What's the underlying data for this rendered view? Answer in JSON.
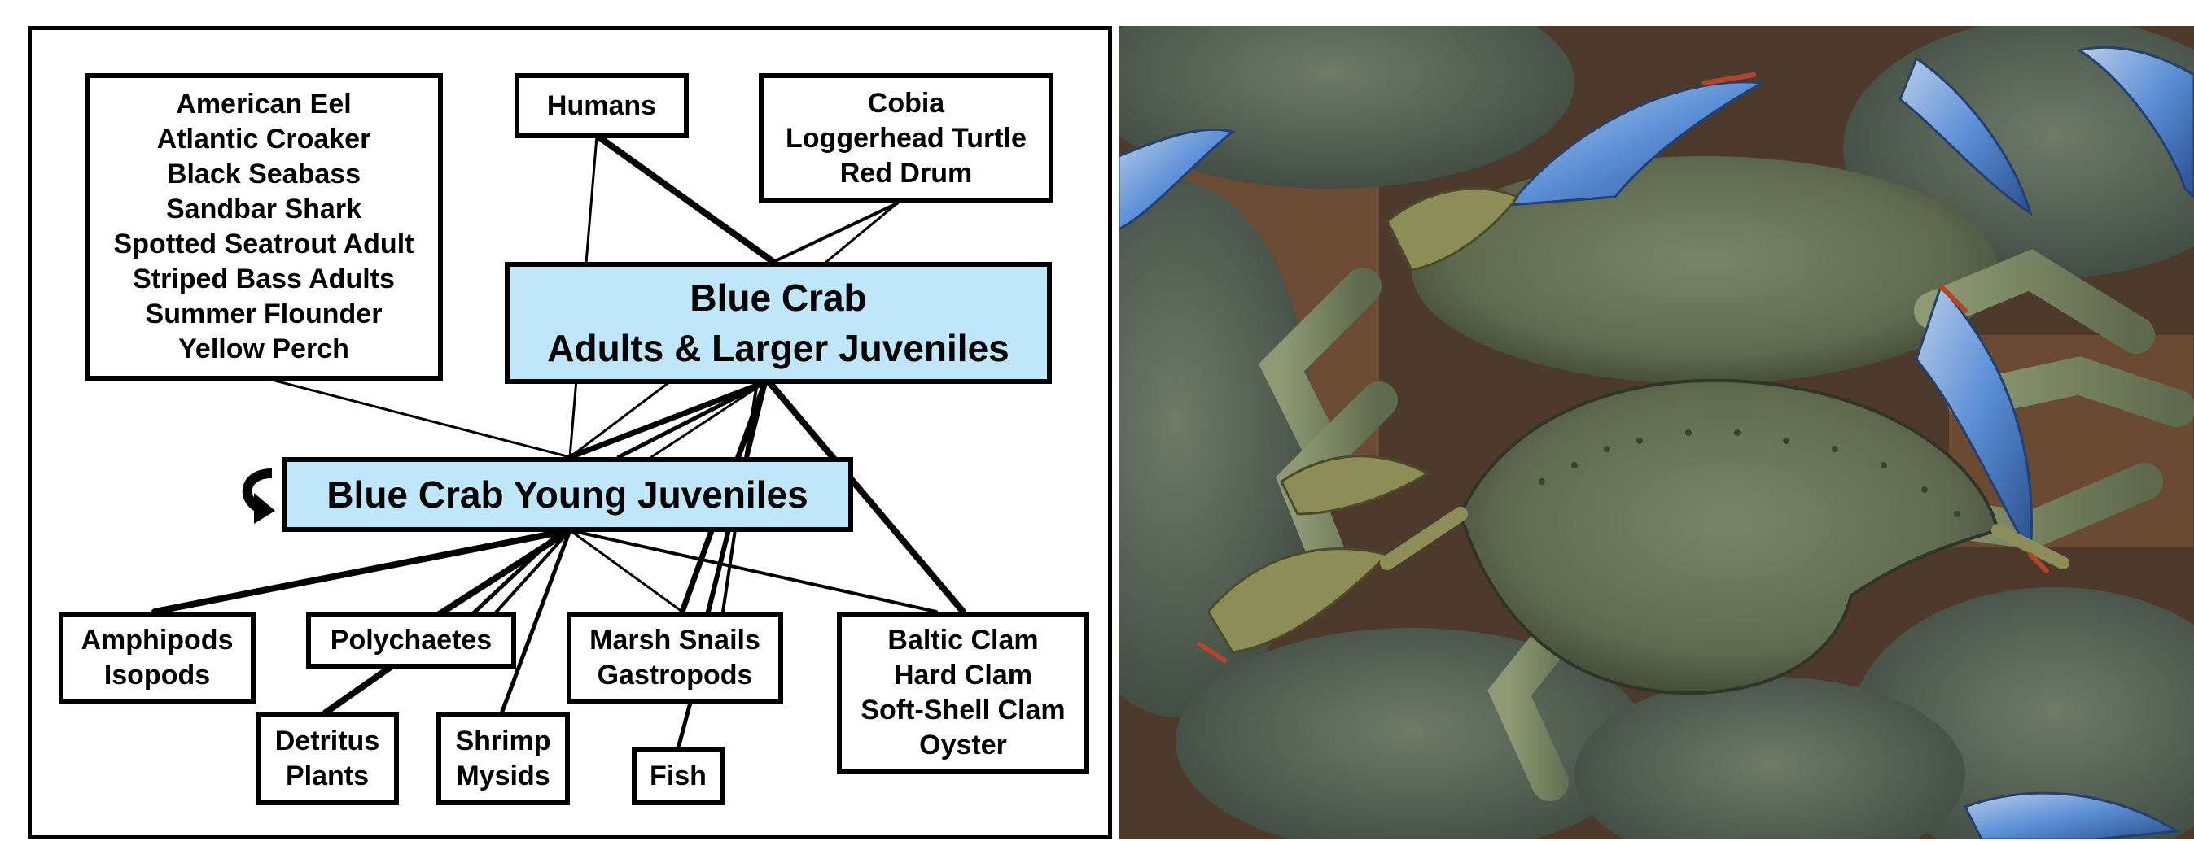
{
  "diagram": {
    "nodes": {
      "predators_fish": {
        "lines": [
          "American Eel",
          "Atlantic Croaker",
          "Black Seabass",
          "Sandbar Shark",
          "Spotted Seatrout Adult",
          "Striped Bass Adults",
          "Summer Flounder",
          "Yellow Perch"
        ]
      },
      "humans": {
        "lines": [
          "Humans"
        ]
      },
      "predators_large": {
        "lines": [
          "Cobia",
          "Loggerhead Turtle",
          "Red Drum"
        ]
      },
      "adults": {
        "lines": [
          "Blue Crab",
          "Adults & Larger Juveniles"
        ]
      },
      "young": {
        "lines": [
          "Blue Crab Young Juveniles"
        ]
      },
      "amphipods": {
        "lines": [
          "Amphipods",
          "Isopods"
        ]
      },
      "polychaetes": {
        "lines": [
          "Polychaetes"
        ]
      },
      "marsh_snails": {
        "lines": [
          "Marsh Snails",
          "Gastropods"
        ]
      },
      "clams": {
        "lines": [
          "Baltic Clam",
          "Hard Clam",
          "Soft-Shell Clam",
          "Oyster"
        ]
      },
      "detritus": {
        "lines": [
          "Detritus",
          "Plants"
        ]
      },
      "shrimp": {
        "lines": [
          "Shrimp",
          "Mysids"
        ]
      },
      "fish": {
        "lines": [
          "Fish"
        ]
      }
    },
    "box_fill_color": "#bfe6f9",
    "cannibalism_icon": "curved-arrow-icon"
  },
  "photo": {
    "subject": "blue-crab-photo",
    "shell_color": "#5f6b4f",
    "claw_color": "#5b8fd6"
  }
}
